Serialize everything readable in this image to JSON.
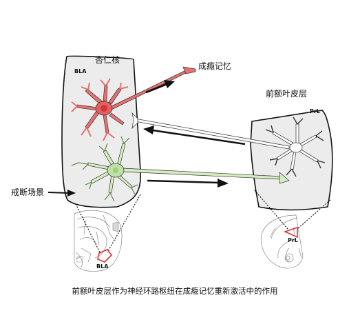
{
  "labels": {
    "amygdala": "杏仁核",
    "bla_region": "BLA",
    "addiction_memory": "成瘾记忆",
    "prefrontal_cortex": "前额叶皮层",
    "prl_region": "PrL",
    "extinction_scene": "戒断场景",
    "bla_inset": "BLA",
    "prl_inset": "PrL"
  },
  "caption": "前额叶皮层作为神经环路枢纽在成瘾记忆重新激活中的作用",
  "colors": {
    "red_neuron": "#e87070",
    "red_soma": "#d8343a",
    "green_neuron": "#d4ecc0",
    "green_soma": "#9ed07a",
    "white_neuron": "#ffffff",
    "region_fill": "#ececec",
    "highlight": "#e0312f"
  }
}
